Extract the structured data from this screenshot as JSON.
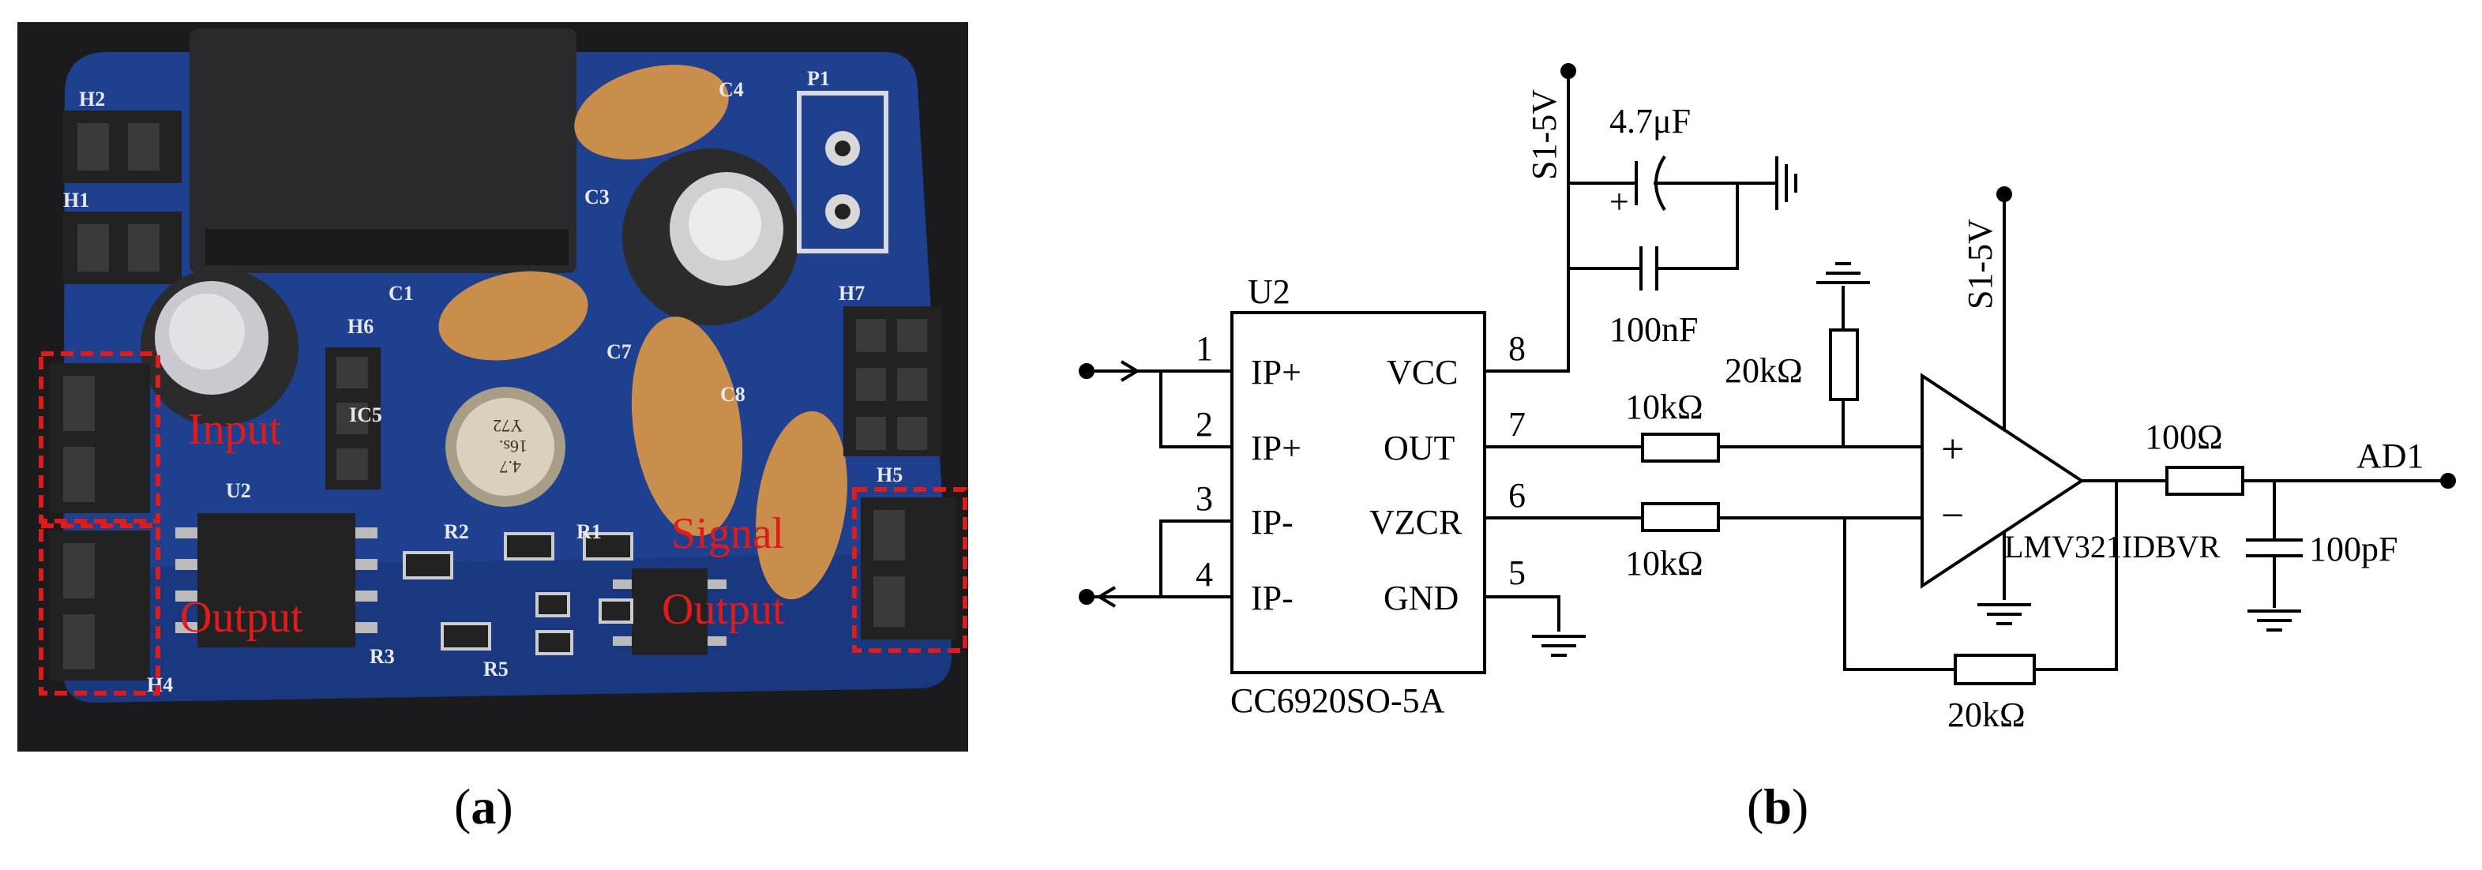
{
  "panel_a": {
    "caption_letter": "a",
    "labels": {
      "input": "Input",
      "output": "Output",
      "signal_output_line1": "Signal",
      "signal_output_line2": "Output"
    },
    "silkscreen": [
      "H2",
      "H1",
      "C4",
      "P1",
      "C3",
      "C1",
      "H6",
      "C7",
      "C8",
      "H7",
      "IC5",
      "U2",
      "R2",
      "R1",
      "H5",
      "R3",
      "R5",
      "H4"
    ],
    "capacitor_marking": [
      "4.7",
      "16s.",
      "Y72"
    ],
    "colors": {
      "board": "#1f3f8f",
      "highlight": "#e01b1b",
      "beige_cap": "#c98e4c"
    }
  },
  "panel_b": {
    "caption_letter": "b",
    "ic": {
      "ref": "U2",
      "part": "CC6920SO-5A",
      "pins_left": [
        {
          "num": "1",
          "name": "IP+"
        },
        {
          "num": "2",
          "name": "IP+"
        },
        {
          "num": "3",
          "name": "IP-"
        },
        {
          "num": "4",
          "name": "IP-"
        }
      ],
      "pins_right": [
        {
          "num": "8",
          "name": "VCC"
        },
        {
          "num": "7",
          "name": "OUT"
        },
        {
          "num": "6",
          "name": "VZCR"
        },
        {
          "num": "5",
          "name": "GND"
        }
      ]
    },
    "supply_top": "S1-5V",
    "supply_opamp": "S1-5V",
    "cap_electrolytic": "4.7μF",
    "cap_ceramic": "100nF",
    "cap_plus_sign": "+",
    "r_in_top": "10kΩ",
    "r_in_bottom": "10kΩ",
    "r_bias": "20kΩ",
    "r_feedback": "20kΩ",
    "r_out": "100Ω",
    "cap_out": "100pF",
    "opamp_part": "LMV321IDBVR",
    "opamp_plus": "+",
    "opamp_minus": "−",
    "output_net": "AD1"
  }
}
